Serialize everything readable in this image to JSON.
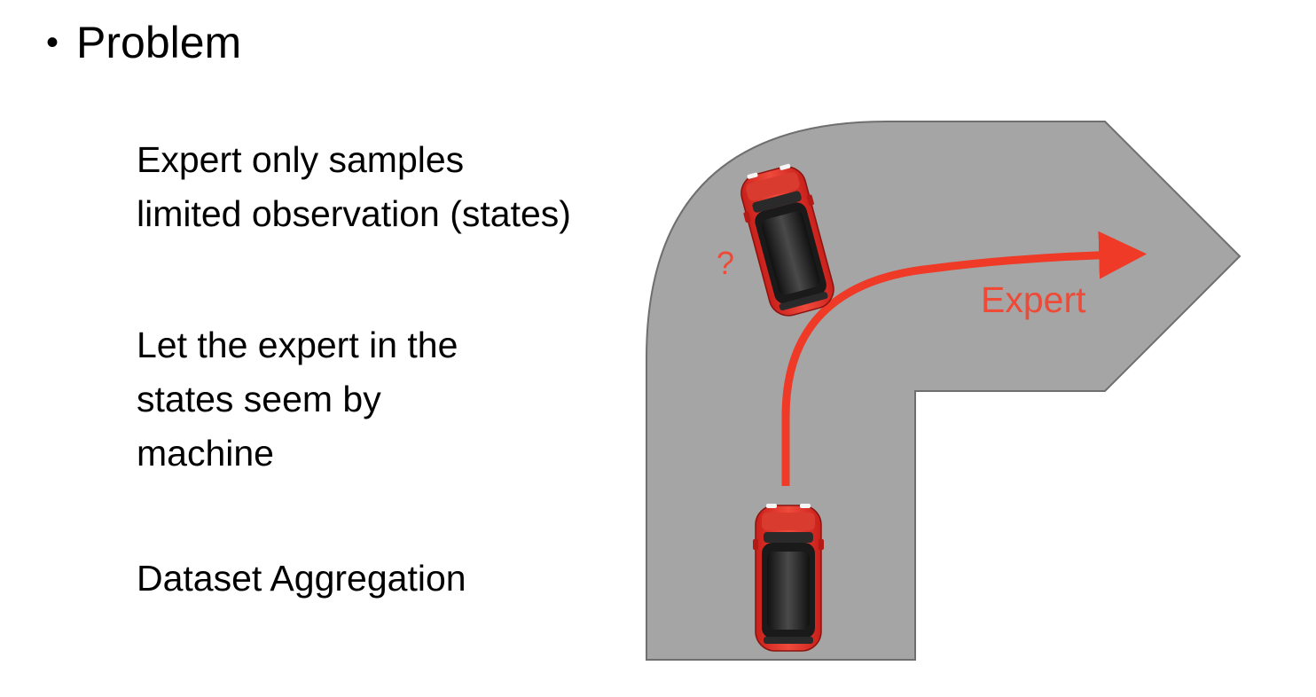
{
  "slide": {
    "bullet_heading": "Problem",
    "blocks": [
      {
        "text": "Expert only samples\nlimited observation (states)"
      },
      {
        "text": "Let the expert in the\nstates seem by\nmachine"
      },
      {
        "text": "Dataset Aggregation"
      }
    ]
  },
  "diagram": {
    "expert_label": "Expert",
    "question_mark": "?",
    "road_color": "#a5a5a5",
    "path_color": "#ee3a27",
    "car_color": "#e8312a"
  }
}
